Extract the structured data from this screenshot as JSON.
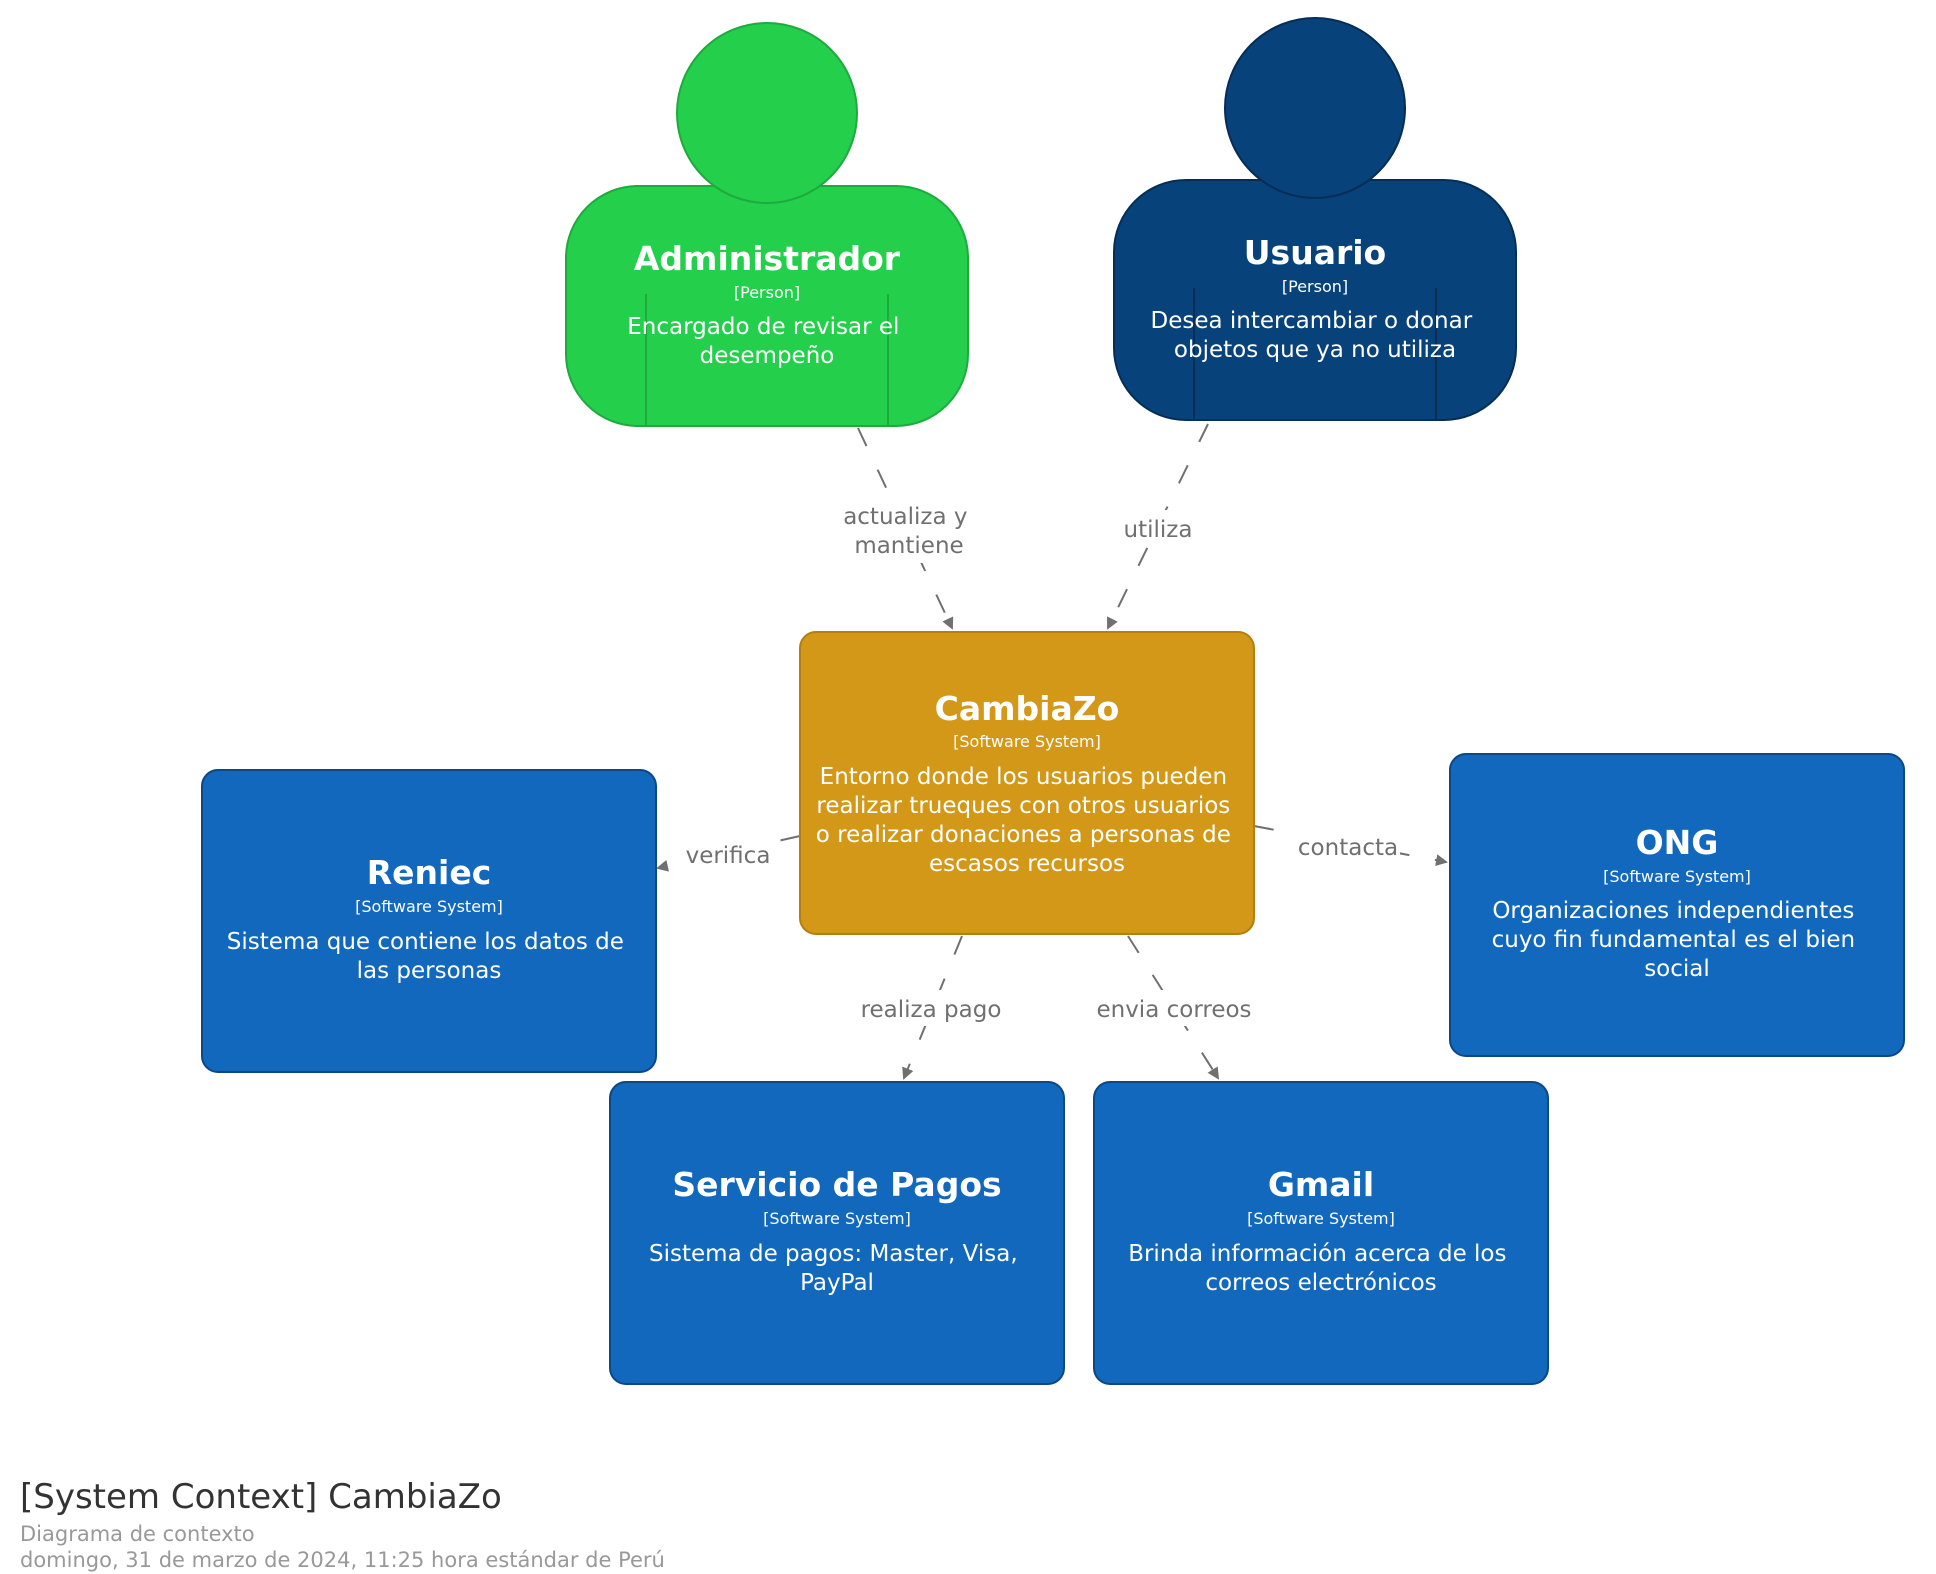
{
  "persons": {
    "admin": {
      "name": "Administrador",
      "type": "[Person]",
      "desc": [
        "Encargado de revisar el",
        "desempeño"
      ],
      "color": "#24d04b",
      "border": "#1eaa3d"
    },
    "user": {
      "name": "Usuario",
      "type": "[Person]",
      "desc": [
        "Desea intercambiar o donar",
        "objetos que ya no utiliza"
      ],
      "color": "#08427b",
      "border": "#052e56"
    }
  },
  "systems": {
    "cambiazo": {
      "name": "CambiaZo",
      "type": "[Software System]",
      "desc": [
        "Entorno donde los usuarios pueden",
        "realizar trueques con otros usuarios",
        "o realizar donaciones a personas de",
        "escasos recursos"
      ],
      "color": "#d39817",
      "border": "#b57f10"
    },
    "reniec": {
      "name": "Reniec",
      "type": "[Software System]",
      "desc": [
        "Sistema que contiene los datos de",
        "las personas"
      ],
      "color": "#1168bd",
      "border": "#0b4884"
    },
    "ong": {
      "name": "ONG",
      "type": "[Software System]",
      "desc": [
        "Organizaciones independientes",
        "cuyo fin fundamental es el bien",
        "social"
      ],
      "color": "#1168bd",
      "border": "#0b4884"
    },
    "pagos": {
      "name": "Servicio de Pagos",
      "type": "[Software System]",
      "desc": [
        "Sistema de pagos: Master, Visa,",
        "PayPal"
      ],
      "color": "#1168bd",
      "border": "#0b4884"
    },
    "gmail": {
      "name": "Gmail",
      "type": "[Software System]",
      "desc": [
        "Brinda información acerca de los",
        "correos electrónicos"
      ],
      "color": "#1168bd",
      "border": "#0b4884"
    }
  },
  "relationships": {
    "admin_cambiazo": [
      "actualiza y",
      "mantiene"
    ],
    "user_cambiazo": [
      "utiliza"
    ],
    "cambiazo_reniec": [
      "verifica"
    ],
    "cambiazo_ong": [
      "contacta"
    ],
    "cambiazo_pagos": [
      "realiza pago"
    ],
    "cambiazo_gmail": [
      "envia correos"
    ]
  },
  "footer": {
    "title": "[System Context] CambiaZo",
    "subtitle": "Diagrama de contexto",
    "date": "domingo, 31 de marzo de 2024, 11:25 hora estándar de Perú"
  },
  "edge_color": "#707070"
}
